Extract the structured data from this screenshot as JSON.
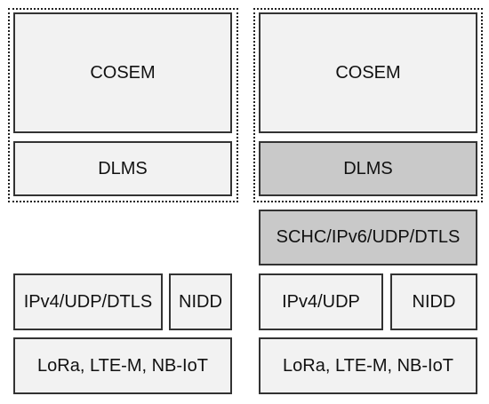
{
  "left_stack": {
    "cosem": "COSEM",
    "dlms": "DLMS",
    "transport": "IPv4/UDP/DTLS",
    "nidd": "NIDD",
    "radio": "LoRa, LTE-M, NB-IoT"
  },
  "right_stack": {
    "cosem": "COSEM",
    "dlms": "DLMS",
    "schc": "SCHC/IPv6/UDP/DTLS",
    "transport": "IPv4/UDP",
    "nidd": "NIDD",
    "radio": "LoRa, LTE-M, NB-IoT"
  },
  "colors": {
    "light_fill": "#f2f2f2",
    "highlight_fill": "#c9c9c9"
  }
}
